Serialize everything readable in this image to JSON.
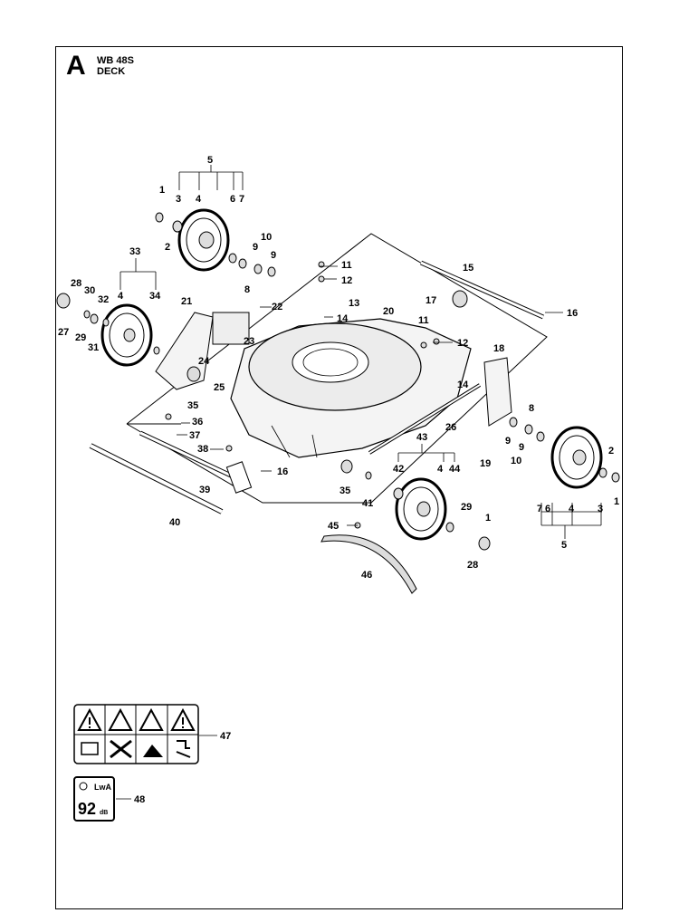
{
  "header": {
    "letter": "A",
    "model": "WB 48S",
    "section": "DECK"
  },
  "callouts": [
    "1",
    "2",
    "3",
    "4",
    "5",
    "6",
    "7",
    "8",
    "9",
    "10",
    "11",
    "12",
    "13",
    "14",
    "15",
    "16",
    "17",
    "18",
    "19",
    "20",
    "21",
    "22",
    "23",
    "24",
    "25",
    "26",
    "27",
    "28",
    "29",
    "30",
    "31",
    "32",
    "33",
    "34",
    "35",
    "36",
    "37",
    "38",
    "39",
    "40",
    "41",
    "42",
    "43",
    "44",
    "45",
    "46",
    "47",
    "48"
  ],
  "labels": {
    "sound_level": "92",
    "sound_unit": "dB",
    "sound_lwa": "LwA"
  },
  "colors": {
    "line": "#000000",
    "background": "#ffffff",
    "fill_light": "#f2f2f2",
    "fill_mid": "#d9d9d9"
  }
}
